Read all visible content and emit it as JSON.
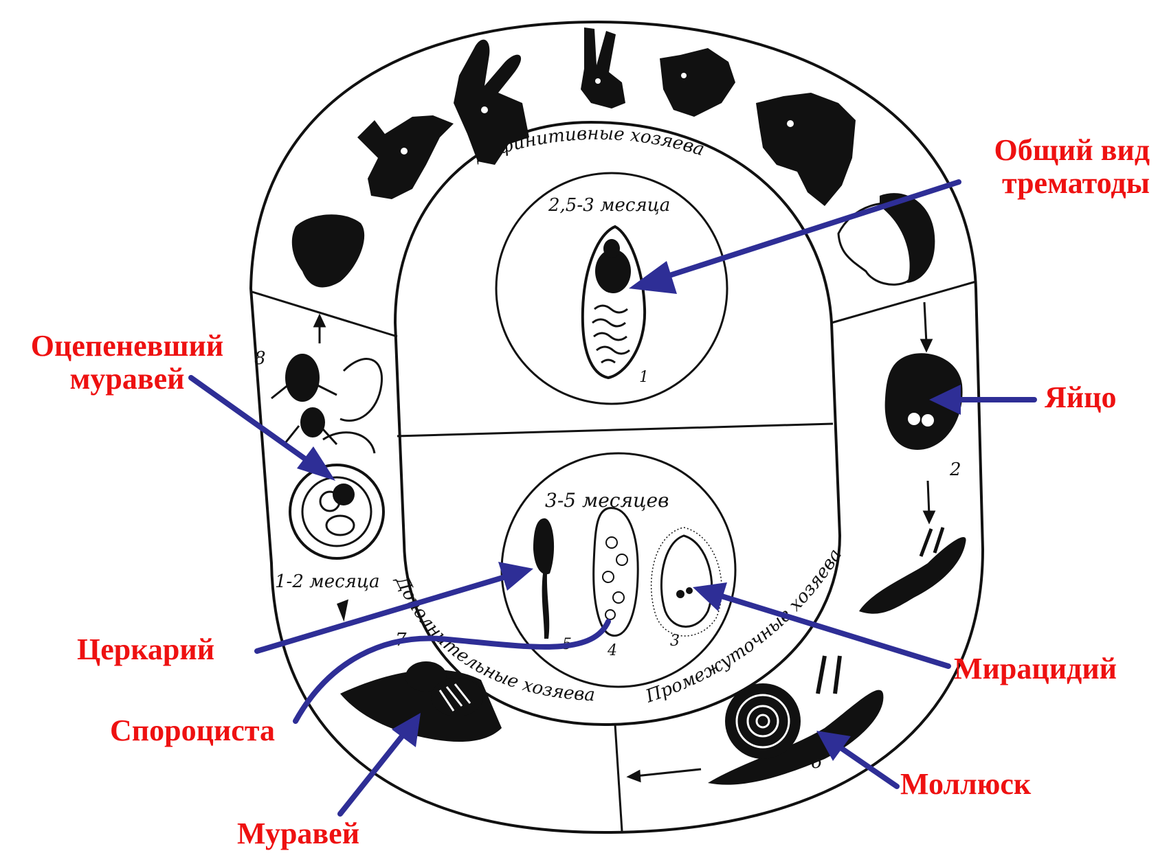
{
  "colors": {
    "label": "#ee1111",
    "arrow": "#2e2e96",
    "ink": "#111111",
    "background": "#ffffff"
  },
  "labels": {
    "adult": [
      "Общий вид",
      "трематоды"
    ],
    "ant_stupor": [
      "Оцепеневший",
      "муравей"
    ],
    "egg": "Яйцо",
    "cercaria": "Церкарий",
    "miracidium": "Мирацидий",
    "sporocyst": "Спороциста",
    "mollusk": "Моллюск",
    "ant": "Муравей"
  },
  "ring": {
    "definitive": "Дефинитивные хозяева",
    "intermediate": "Промежуточные хозяева",
    "additional": "Дополнительные хозяева"
  },
  "durations": {
    "adult": "2,5-3 месяца",
    "larvae": "3-5 месяцев",
    "ant": "1-2 месяца"
  },
  "stage_numbers": [
    "1",
    "2",
    "3",
    "4",
    "5",
    "6",
    "7",
    "8"
  ],
  "hosts_icons": [
    "cow-head-icon",
    "goat-head-icon",
    "rabbit-head-icon",
    "bear-head-icon",
    "horse-head-icon",
    "human-head-icon",
    "sheep-head-icon"
  ]
}
